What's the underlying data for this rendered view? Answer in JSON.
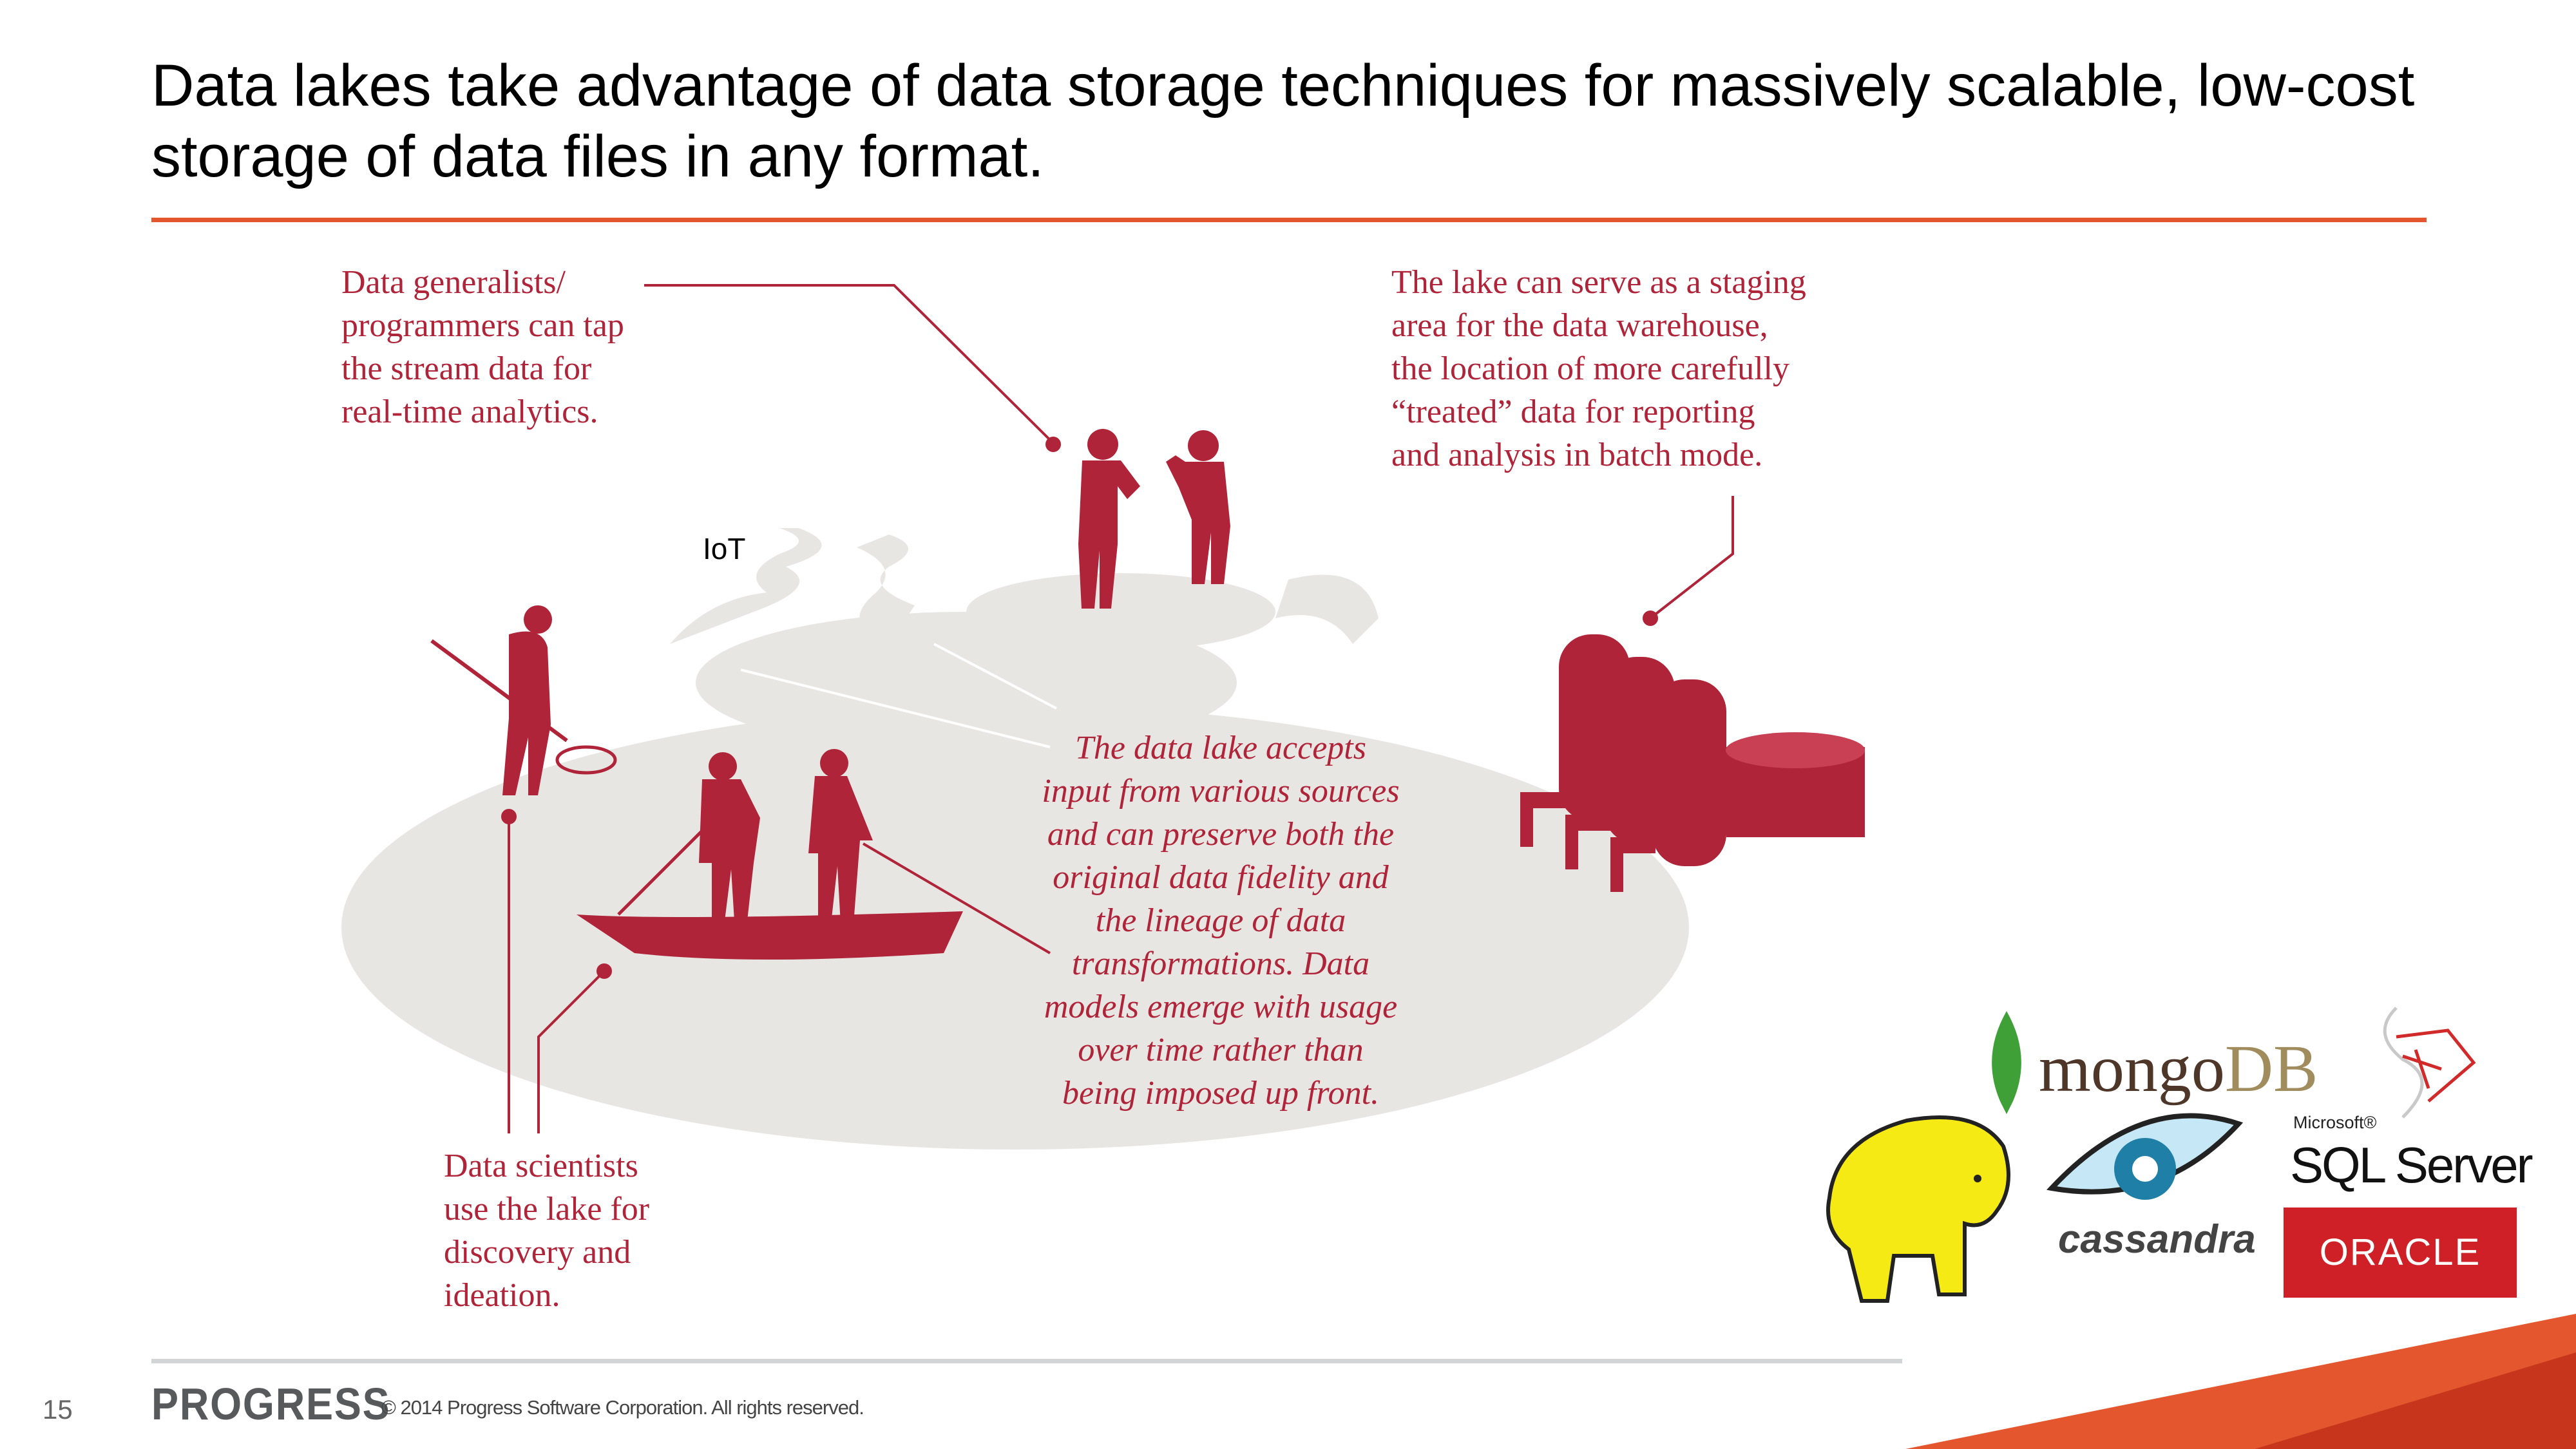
{
  "slide": {
    "title": "Data lakes take advantage of data storage techniques for massively scalable, low-cost storage of data files in any format.",
    "accent_color": "#e4572e",
    "illustration_color": "#b0243a"
  },
  "illustration": {
    "callout_generalists": "Data generalists/\nprogrammers can tap\nthe stream data for\nreal-time analytics.",
    "callout_staging": "The lake can serve as a staging\narea for the data warehouse,\nthe location of more carefully\n“treated” data for reporting\nand analysis in batch mode.",
    "callout_scientists": "Data scientists\nuse the lake for\ndiscovery and\nideation.",
    "callout_center": "The data lake accepts\ninput from various sources\nand can preserve both the\noriginal data fidelity and\nthe lineage of data\ntransformations. Data\nmodels emerge with usage\nover time rather than\nbeing imposed up front.",
    "iot_label": "IoT"
  },
  "logos": {
    "mongo_a": "mongo",
    "mongo_b": "DB",
    "ms_small": "Microsoft®",
    "sql_server": "SQL Server",
    "oracle": "ORACLE",
    "cassandra": "cassandra",
    "hadoop": "Hadoop elephant"
  },
  "footer": {
    "page_number": "15",
    "brand": "PROGRESS",
    "copyright": "© 2014 Progress Software Corporation. All rights reserved."
  }
}
